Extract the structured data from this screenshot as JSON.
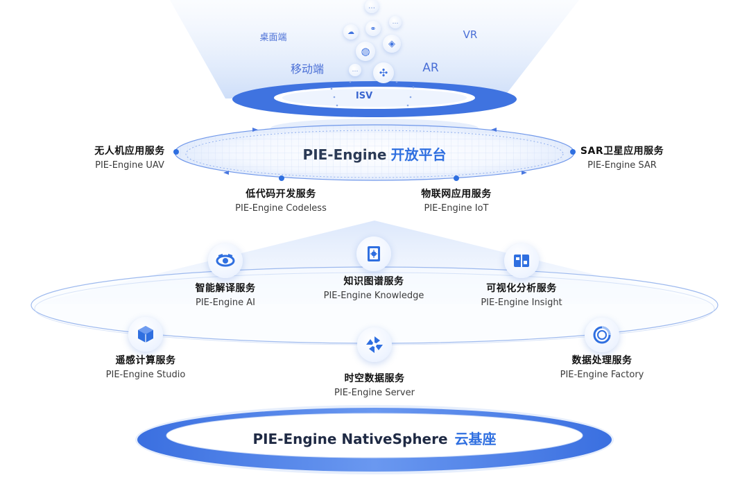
{
  "top_cloud": {
    "labels": [
      {
        "id": "desktop",
        "text": "桌面端"
      },
      {
        "id": "vr",
        "text": "VR"
      },
      {
        "id": "mobile",
        "text": "移动端"
      },
      {
        "id": "ar",
        "text": "AR"
      }
    ],
    "isv": "ISV"
  },
  "platform": {
    "title_en": "PIE-Engine",
    "title_cn": "开放平台",
    "services": [
      {
        "id": "uav",
        "cn": "无人机应用服务",
        "en": "PIE-Engine UAV"
      },
      {
        "id": "sar",
        "cn": "SAR卫星应用服务",
        "en": "PIE-Engine SAR"
      },
      {
        "id": "codeless",
        "cn": "低代码开发服务",
        "en": "PIE-Engine Codeless"
      },
      {
        "id": "iot",
        "cn": "物联网应用服务",
        "en": "PIE-Engine IoT"
      }
    ]
  },
  "middle": {
    "services": [
      {
        "id": "ai",
        "cn": "智能解译服务",
        "en": "PIE-Engine AI",
        "icon": "eye-icon"
      },
      {
        "id": "knowledge",
        "cn": "知识图谱服务",
        "en": "PIE-Engine Knowledge",
        "icon": "book-icon"
      },
      {
        "id": "insight",
        "cn": "可视化分析服务",
        "en": "PIE-Engine Insight",
        "icon": "chart-panel-icon"
      },
      {
        "id": "studio",
        "cn": "遥感计算服务",
        "en": "PIE-Engine Studio",
        "icon": "cube-icon"
      },
      {
        "id": "server",
        "cn": "时空数据服务",
        "en": "PIE-Engine Server",
        "icon": "pinwheel-icon"
      },
      {
        "id": "factory",
        "cn": "数据处理服务",
        "en": "PIE-Engine Factory",
        "icon": "factory-ring-icon"
      }
    ]
  },
  "base": {
    "title_en": "PIE-Engine NativeSphere",
    "title_cn": "云基座"
  },
  "colors": {
    "accent": "#2f6fe0",
    "ring_blue": "#3f73e0",
    "light_blue": "#dbe7fb"
  }
}
